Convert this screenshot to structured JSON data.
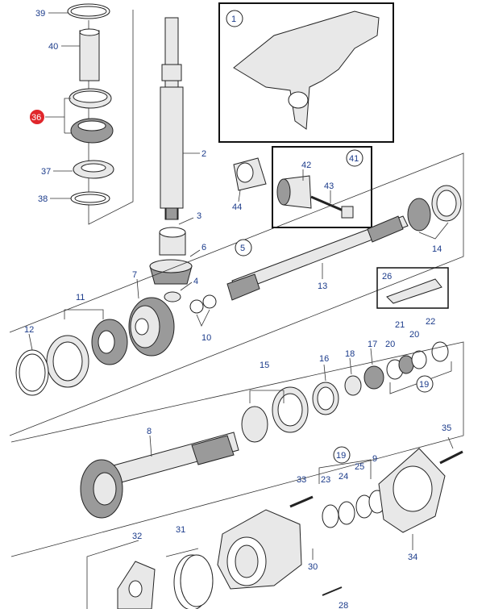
{
  "callouts": {
    "c39": "39",
    "c40": "40",
    "c36": "36",
    "c37": "37",
    "c38": "38",
    "c2": "2",
    "c1": "1",
    "c3": "3",
    "c6": "6",
    "c7": "7",
    "c4": "4",
    "c5": "5",
    "c41": "41",
    "c42": "42",
    "c43": "43",
    "c44": "44",
    "c14": "14",
    "c13": "13",
    "c11": "11",
    "c12": "12",
    "c10": "10",
    "c26": "26",
    "c21": "21",
    "c22": "22",
    "c20a": "20",
    "c20b": "20",
    "c17": "17",
    "c18": "18",
    "c16": "16",
    "c19a": "19",
    "c15": "15",
    "c8": "8",
    "c35": "35",
    "c19b": "19",
    "c9": "9",
    "c25": "25",
    "c33": "33",
    "c23": "23",
    "c24": "24",
    "c34": "34",
    "c32": "32",
    "c31": "31",
    "c30": "30",
    "c28": "28"
  },
  "colors": {
    "highlight": "#e0262b",
    "callout_text": "#1a3a8a"
  }
}
